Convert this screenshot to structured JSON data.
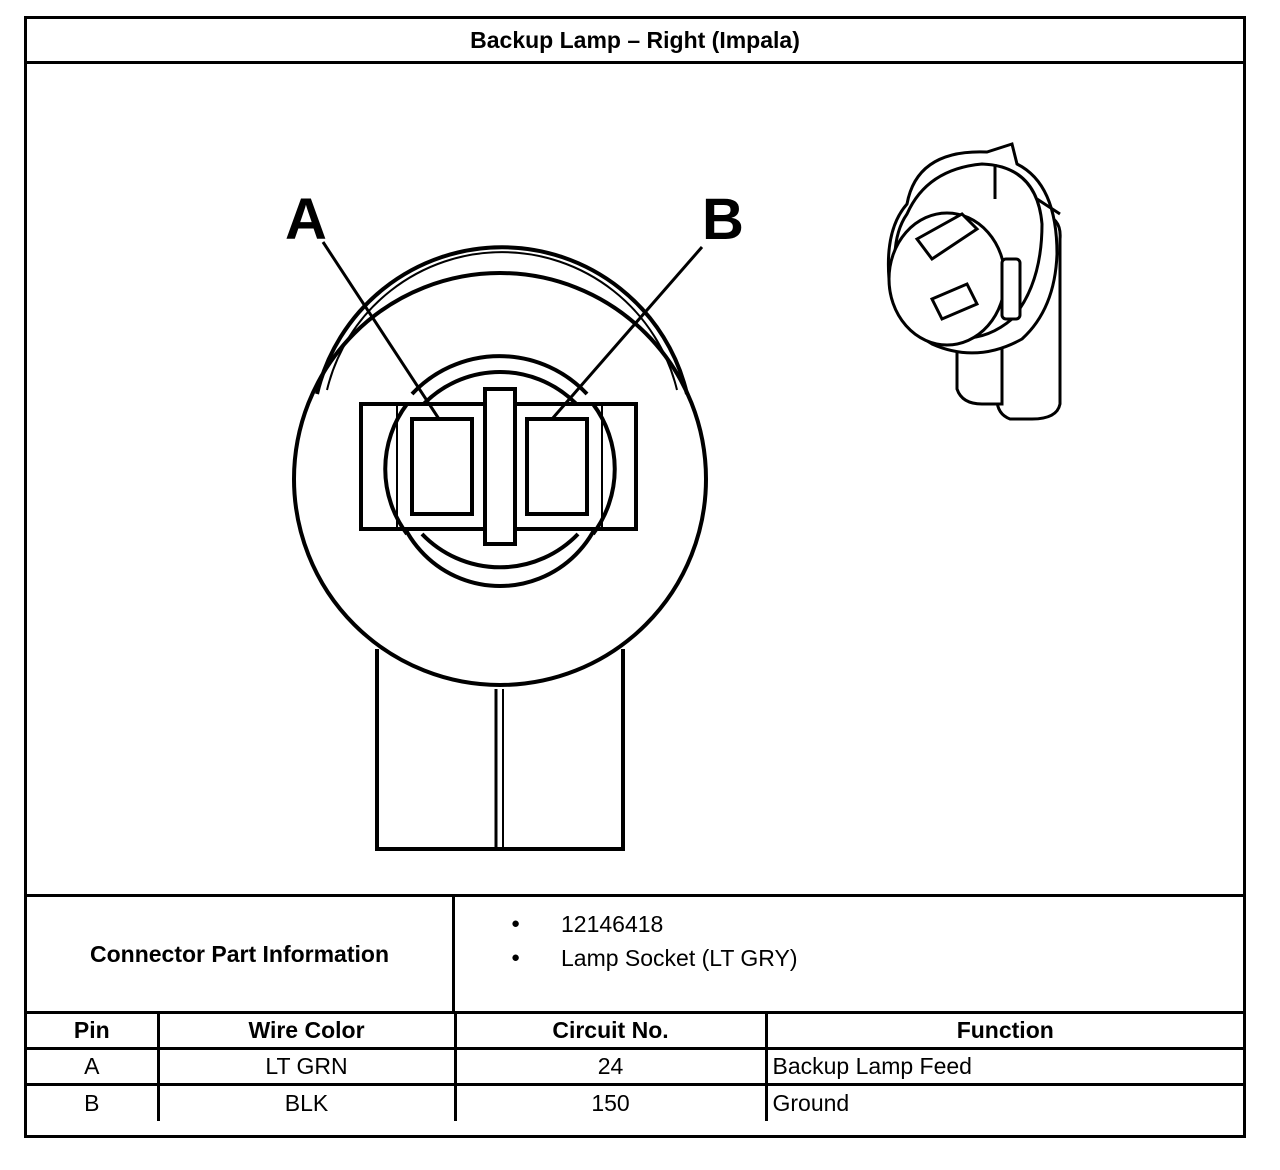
{
  "title": "Backup Lamp – Right (Impala)",
  "diagram": {
    "pin_labels": [
      "A",
      "B"
    ]
  },
  "connector_info": {
    "label": "Connector Part Information",
    "items": [
      "12146418",
      "Lamp Socket (LT GRY)"
    ]
  },
  "pin_table": {
    "headers": [
      "Pin",
      "Wire Color",
      "Circuit No.",
      "Function"
    ],
    "rows": [
      [
        "A",
        "LT GRN",
        "24",
        "Backup Lamp Feed"
      ],
      [
        "B",
        "BLK",
        "150",
        "Ground"
      ]
    ]
  }
}
